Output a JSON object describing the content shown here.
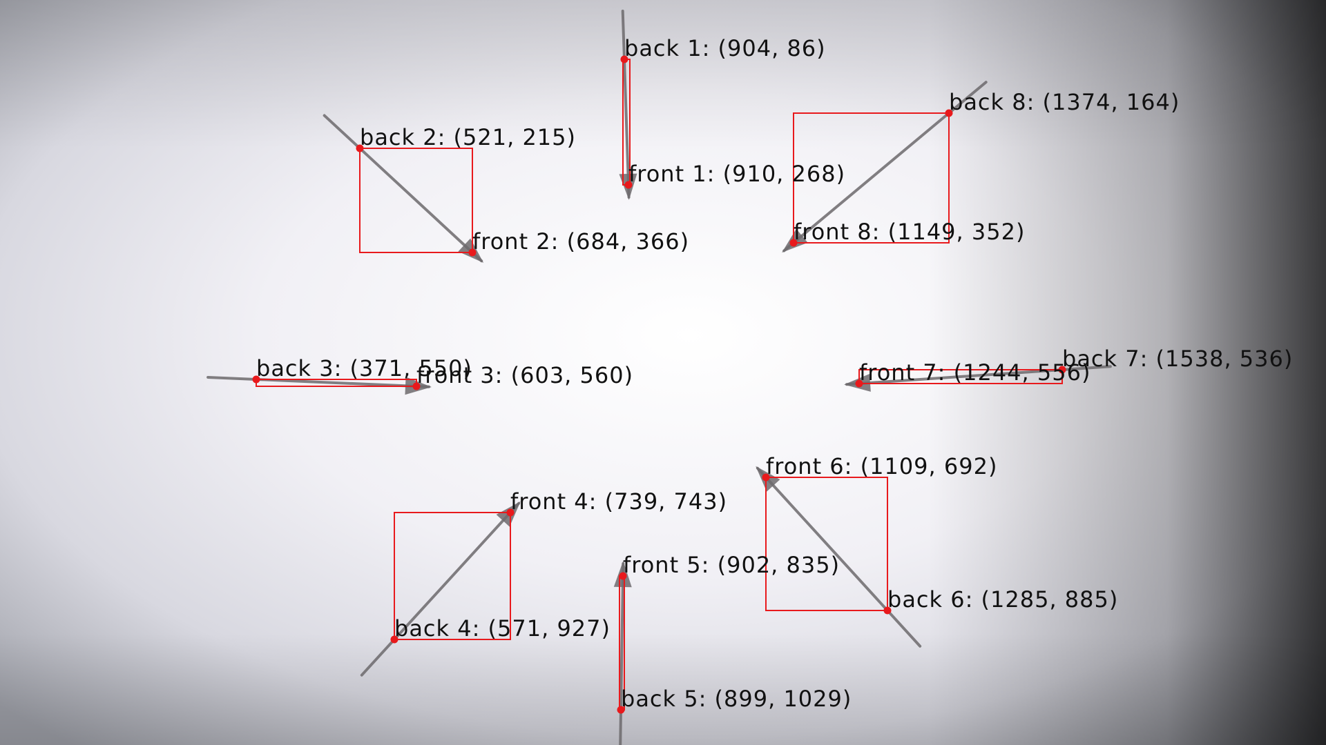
{
  "image": {
    "colors": {
      "box": "#e8191c",
      "point": "#e8191c",
      "label": "#111111",
      "arrow": "#6d6a6d"
    }
  },
  "arrows": [
    {
      "id": 1,
      "front": [
        910,
        268
      ],
      "back": [
        904,
        86
      ],
      "box": false,
      "front_label": "front 1: (910, 268)",
      "back_label": "back 1: (904, 86)"
    },
    {
      "id": 2,
      "front": [
        684,
        366
      ],
      "back": [
        521,
        215
      ],
      "box": true,
      "front_label": "front 2: (684, 366)",
      "back_label": "back 2: (521, 215)"
    },
    {
      "id": 3,
      "front": [
        603,
        560
      ],
      "back": [
        371,
        550
      ],
      "box": true,
      "front_label": "front 3: (603, 560)",
      "back_label": "back 3: (371, 550)"
    },
    {
      "id": 4,
      "front": [
        739,
        743
      ],
      "back": [
        571,
        927
      ],
      "box": true,
      "front_label": "front 4: (739, 743)",
      "back_label": "back 4: (571, 927)"
    },
    {
      "id": 5,
      "front": [
        902,
        835
      ],
      "back": [
        899,
        1029
      ],
      "box": false,
      "front_label": "front 5: (902, 835)",
      "back_label": "back 5: (899, 1029)"
    },
    {
      "id": 6,
      "front": [
        1109,
        692
      ],
      "back": [
        1285,
        885
      ],
      "box": true,
      "front_label": "front 6: (1109, 692)",
      "back_label": "back 6: (1285, 885)"
    },
    {
      "id": 7,
      "front": [
        1244,
        556
      ],
      "back": [
        1538,
        536
      ],
      "box": true,
      "front_label": "front 7: (1244, 556)",
      "back_label": "back 7: (1538, 536)"
    },
    {
      "id": 8,
      "front": [
        1149,
        352
      ],
      "back": [
        1374,
        164
      ],
      "box": true,
      "front_label": "front 8: (1149, 352)",
      "back_label": "back 8: (1374, 164)"
    }
  ]
}
